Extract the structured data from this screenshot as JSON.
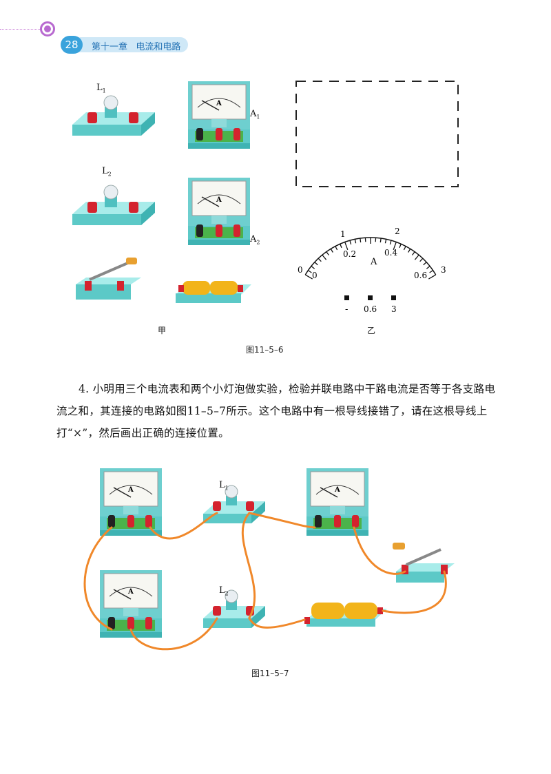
{
  "header": {
    "page_number": "28",
    "chapter_title": "第十一章   电流和电路"
  },
  "figure1": {
    "label_L1": "L",
    "label_L1_sub": "1",
    "label_L2": "L",
    "label_L2_sub": "2",
    "label_A1": "A",
    "label_A1_sub": "1",
    "label_A2": "A",
    "label_A2_sub": "2",
    "meter_face_letter": "A",
    "sub_caption_left": "甲",
    "sub_caption_right": "乙",
    "caption": "图11–5–6",
    "dial": {
      "unit": "A",
      "outer_ticks": [
        "0",
        "1",
        "2",
        "3"
      ],
      "inner_ticks": [
        "0",
        "0.2",
        "0.4",
        "0.6"
      ],
      "terminals": [
        "-",
        "0.6",
        "3"
      ]
    }
  },
  "question": {
    "text": "4. 小明用三个电流表和两个小灯泡做实验，检验并联电路中干路电流是否等于各支路电流之和，其连接的电路如图11–5–7所示。这个电路中有一根导线接错了，请在这根导线上打“×”，然后画出正确的连接位置。"
  },
  "figure2": {
    "label_L1": "L",
    "label_L1_sub": "1",
    "label_L2": "L",
    "label_L2_sub": "2",
    "caption": "图11–5–7"
  },
  "colors": {
    "base": "#79d6d4",
    "base_dark": "#3fb3b3",
    "wire": "#f0882a",
    "terminal_red": "#d4232e",
    "meter_face": "#f7f7f2",
    "accent_blue": "#3aa3dc"
  }
}
